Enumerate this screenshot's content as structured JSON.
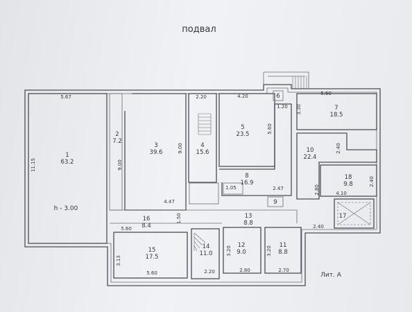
{
  "title": "подвал",
  "litera": "Лит. А",
  "ceiling_height": "h - 3.00",
  "rooms": [
    {
      "num": "1",
      "area": "63.2"
    },
    {
      "num": "2",
      "area": "7.2"
    },
    {
      "num": "3",
      "area": "39.6"
    },
    {
      "num": "4",
      "area": "15.6"
    },
    {
      "num": "5",
      "area": "23.5"
    },
    {
      "num": "6",
      "area": ""
    },
    {
      "num": "7",
      "area": "18.5"
    },
    {
      "num": "8",
      "area": "16.9"
    },
    {
      "num": "9",
      "area": ""
    },
    {
      "num": "10",
      "area": "22.4"
    },
    {
      "num": "11",
      "area": "8.8"
    },
    {
      "num": "12",
      "area": "9.0"
    },
    {
      "num": "13",
      "area": "8.8"
    },
    {
      "num": "14",
      "area": "11.0"
    },
    {
      "num": "15",
      "area": "17.5"
    },
    {
      "num": "16",
      "area": "8.4"
    },
    {
      "num": "17",
      "area": ""
    },
    {
      "num": "18",
      "area": "9.8"
    }
  ],
  "dimensions": [
    "5.67",
    "11.15",
    "9.00",
    "9.00",
    "4.47",
    "2.20",
    "4.20",
    "1.20",
    "5.60",
    "3.30",
    "5.60",
    "2.40",
    "1.05",
    "2.47",
    "2.80",
    "4.10",
    "2.40",
    "1.50",
    "5.60",
    "2.40",
    "3.13",
    "5.60",
    "2.20",
    "3.20",
    "2.80",
    "3.20",
    "2.70"
  ]
}
